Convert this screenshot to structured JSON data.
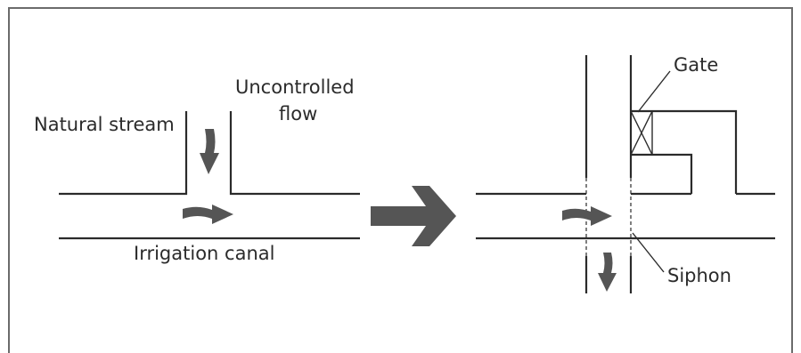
{
  "labels": {
    "natural_stream": "Natural stream",
    "uncontrolled_line1": "Uncontrolled",
    "uncontrolled_line2": "flow",
    "irrigation_canal": "Irrigation canal",
    "gate": "Gate",
    "siphon": "Siphon"
  },
  "colors": {
    "lines": "#2b2b2b",
    "arrows": "#555555",
    "frame": "#6b6b6b",
    "background": "#ffffff"
  }
}
